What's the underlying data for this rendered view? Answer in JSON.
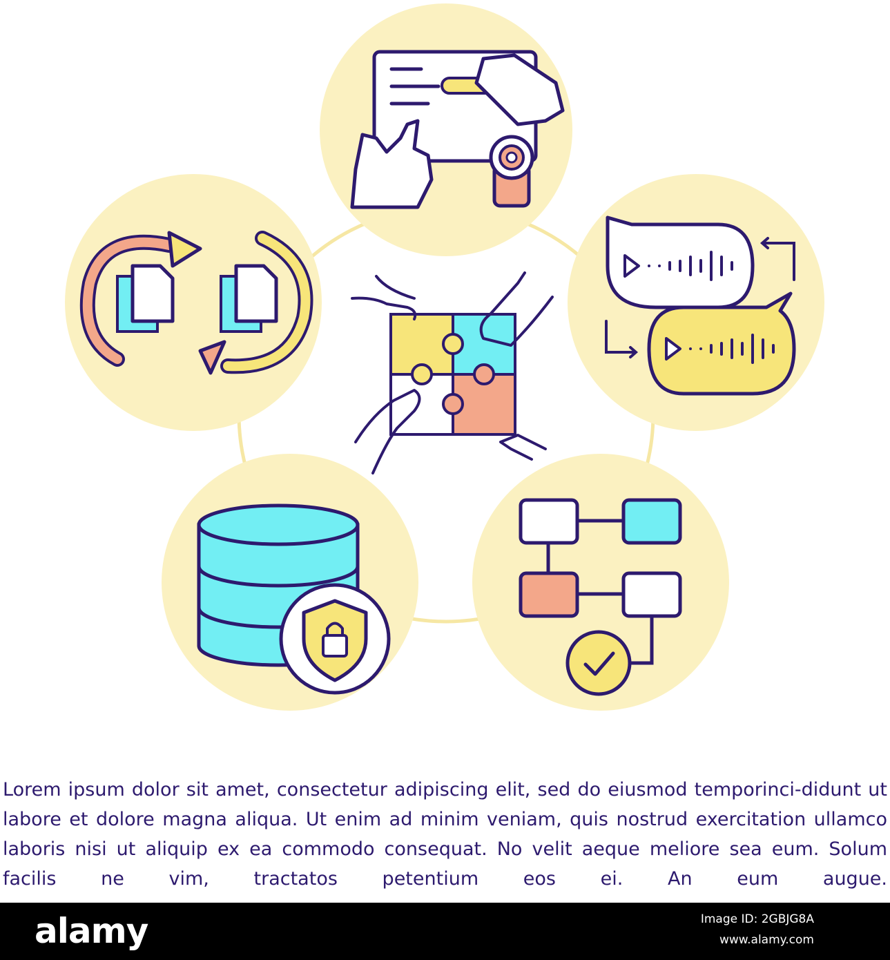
{
  "colors": {
    "circle_fill": "#fbf1c1",
    "ring": "#f6e7a4",
    "outline": "#2d1a6e",
    "yellow": "#f7e57a",
    "cyan": "#72eef3",
    "orange": "#f3a78a",
    "white": "#ffffff",
    "text": "#2d1a6e"
  },
  "icons": {
    "center": "puzzle-teamwork-icon",
    "top": "signing-contract-icon",
    "right": "audio-messages-icon",
    "bottom_right": "workflow-check-icon",
    "bottom_left": "secure-database-icon",
    "left": "document-sync-icon"
  },
  "caption": "Lorem ipsum dolor sit amet, consectetur adipiscing elit, sed do eiusmod temporinci-didunt ut labore et dolore magna aliqua. Ut enim ad minim veniam, quis nostrud exercitation ullamco laboris nisi ut aliquip ex ea commodo consequat. No velit aeque meliore sea eum. Solum facilis ne vim, tractatos petentium eos ei. An eum augue.",
  "footer": {
    "brand": "alamy",
    "image_id": "Image ID: 2GBJG8A",
    "url": "www.alamy.com"
  }
}
